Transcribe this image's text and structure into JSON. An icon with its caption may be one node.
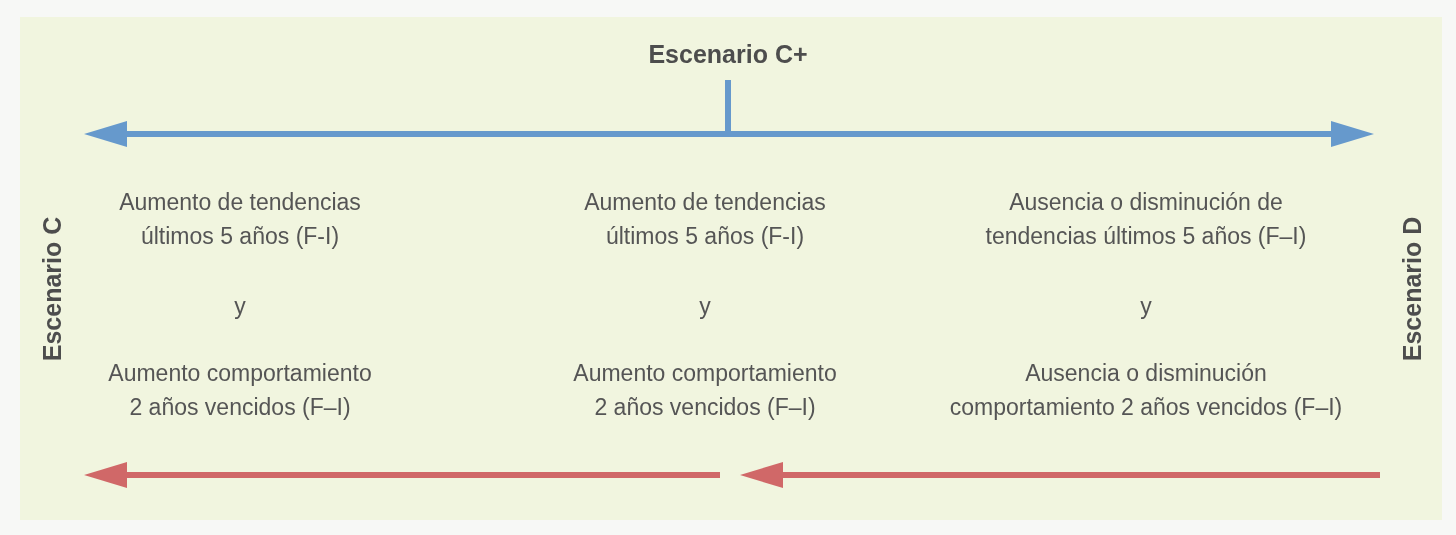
{
  "diagram": {
    "title": "Escenario C+",
    "labels": [
      "Escenario C",
      "Aumento de tendencias últimos 5 años (F-I)",
      "y",
      "Aumento comportamiento 2 años vencidos (F–I)",
      "Aumento de tendencias últimos 5 años (F-I)",
      "y",
      "Aumento comportamiento 2 años vencidos (F–I)",
      "Ausencia o disminución de tendencias últimos 5 años (F–I)",
      "y",
      "Ausencia o disminución comportamiento 2 años vencidos (F–I)",
      "Escenario D"
    ]
  }
}
